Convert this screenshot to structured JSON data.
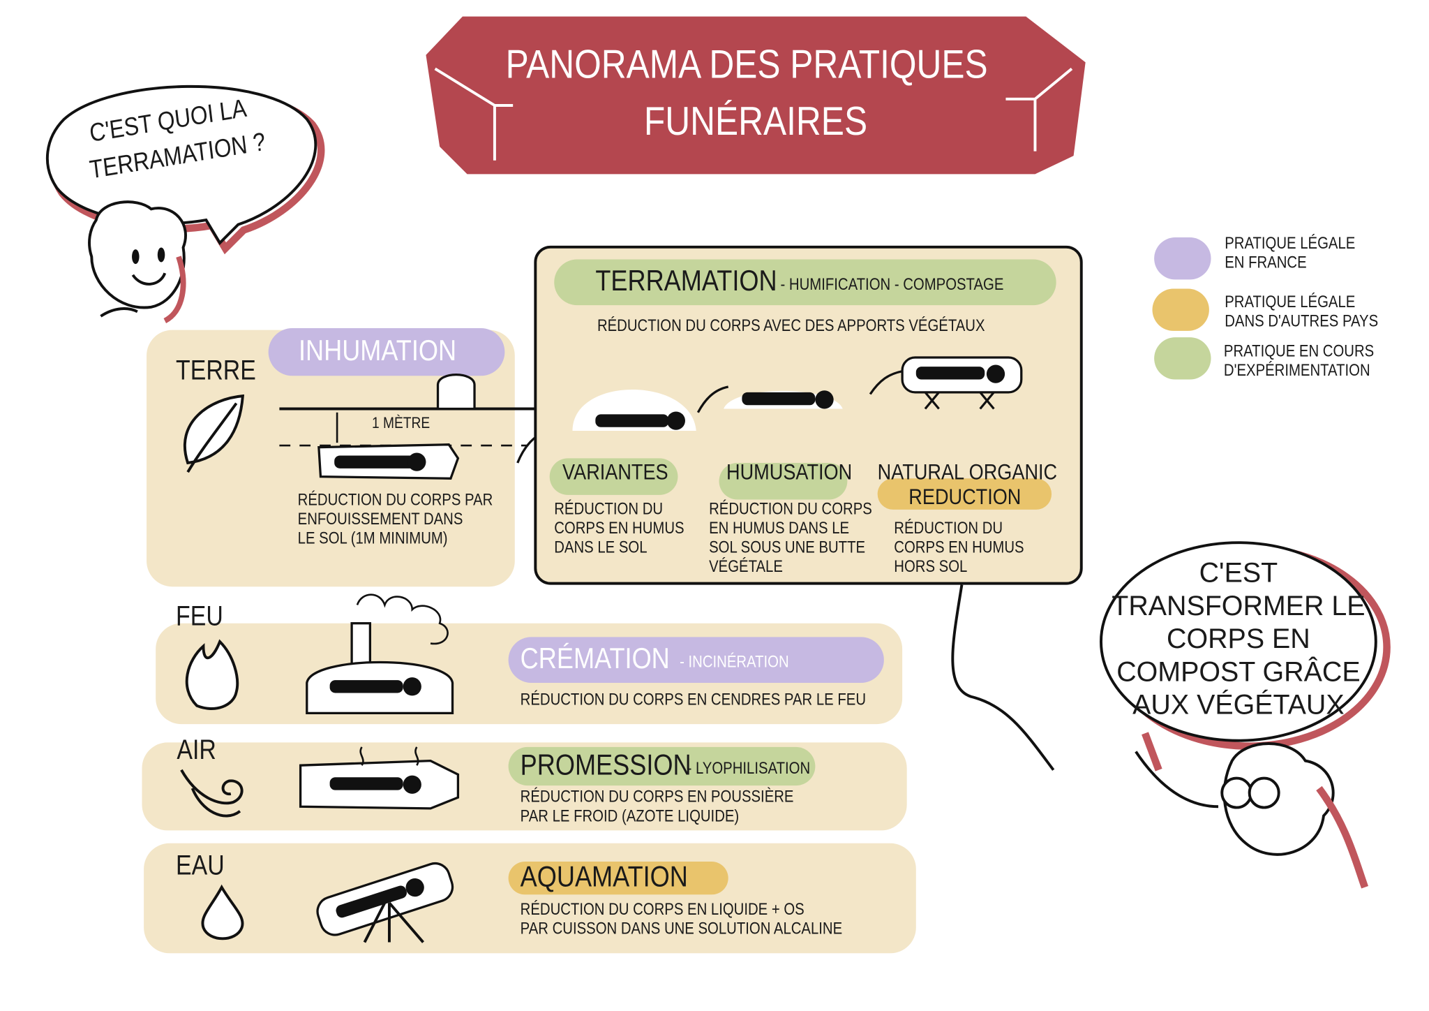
{
  "banner": {
    "line1": "PANORAMA DES PRATIQUES",
    "line2": "FUNÉRAIRES"
  },
  "question_bubble": {
    "line1": "C'EST QUOI LA",
    "line2": "TERRAMATION ?"
  },
  "answer_bubble": {
    "lines": [
      "C'EST",
      "TRANSFORMER LE",
      "CORPS EN",
      "COMPOST GRÂCE",
      "AUX VÉGÉTAUX"
    ]
  },
  "legend": [
    {
      "line1": "PRATIQUE LÉGALE",
      "line2": "EN FRANCE",
      "color": "#c6b9e2"
    },
    {
      "line1": "PRATIQUE LÉGALE",
      "line2": "DANS D'AUTRES PAYS",
      "color": "#e9c46c"
    },
    {
      "line1": "PRATIQUE EN COURS",
      "line2": "D'EXPÉRIMENTATION",
      "color": "#c5d59c"
    }
  ],
  "terre": {
    "category": "TERRE",
    "title": "INHUMATION",
    "depth": "1 MÈTRE",
    "desc": [
      "RÉDUCTION DU CORPS PAR",
      "ENFOUISSEMENT DANS",
      "LE SOL (1M MINIMUM)"
    ]
  },
  "terramation": {
    "title": "TERRAMATION",
    "subtitle": "- HUMIFICATION - COMPOSTAGE",
    "desc": "RÉDUCTION DU CORPS AVEC DES APPORTS VÉGÉTAUX",
    "variants": [
      {
        "title": "VARIANTES",
        "desc": [
          "RÉDUCTION DU",
          "CORPS EN HUMUS",
          "DANS LE SOL"
        ]
      },
      {
        "title": "HUMUSATION",
        "desc": [
          "RÉDUCTION DU CORPS",
          "EN HUMUS DANS LE",
          "SOL SOUS UNE BUTTE",
          "VÉGÉTALE"
        ]
      },
      {
        "title_line1": "NATURAL ORGANIC",
        "title_line2": "REDUCTION",
        "desc": [
          "RÉDUCTION DU",
          "CORPS EN HUMUS",
          "HORS SOL"
        ]
      }
    ]
  },
  "feu": {
    "category": "FEU",
    "title": "CRÉMATION",
    "subtitle": "- INCINÉRATION",
    "desc": [
      "RÉDUCTION DU CORPS EN CENDRES PAR LE FEU"
    ]
  },
  "air": {
    "category": "AIR",
    "title": "PROMESSION",
    "subtitle": "- LYOPHILISATION",
    "desc": [
      "RÉDUCTION DU CORPS EN POUSSIÈRE",
      "PAR LE FROID (AZOTE LIQUIDE)"
    ]
  },
  "eau": {
    "category": "EAU",
    "title": "AQUAMATION",
    "desc": [
      "RÉDUCTION DU CORPS EN LIQUIDE + OS",
      "PAR CUISSON DANS UNE SOLUTION ALCALINE"
    ]
  }
}
